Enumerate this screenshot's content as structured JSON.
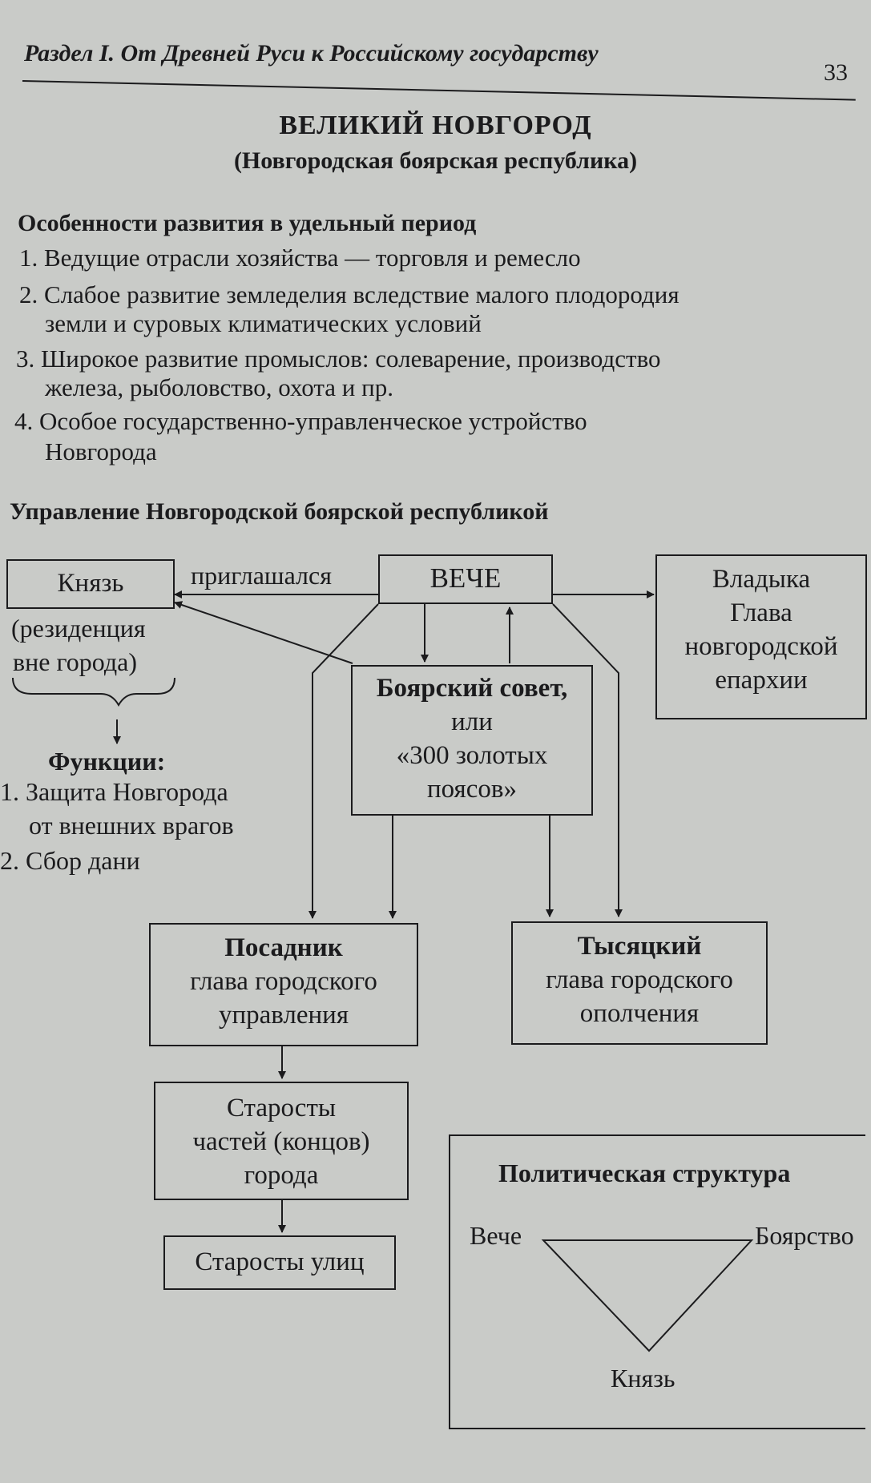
{
  "header": {
    "running_head": "Раздел I. От Древней Руси к Российскому государству",
    "page_number": "33"
  },
  "title": "ВЕЛИКИЙ НОВГОРОД",
  "subtitle": "(Новгородская боярская республика)",
  "features": {
    "heading": "Особенности развития в удельный период",
    "lines": [
      "1. Ведущие отрасли хозяйства — торговля и ремесло",
      "2. Слабое развитие земледелия вследствие малого плодородия",
      "земли и суровых климатических условий",
      "3. Широкое развитие промыслов: солеварение, производство",
      "железа, рыболовство, охота и пр.",
      "4. Особое государственно-управленческое устройство",
      "Новгорода"
    ]
  },
  "diagram": {
    "heading": "Управление Новгородской боярской республикой",
    "knyaz": "Князь",
    "invited": "приглашался",
    "veche": "ВЕЧЕ",
    "vladyka": {
      "title": "Владыка",
      "l1": "Глава",
      "l2": "новгородской",
      "l3": "епархии"
    },
    "residence": {
      "l1": "(резиденция",
      "l2": "вне города)"
    },
    "functions": {
      "heading": "Функции:",
      "i1a": "1. Защита Новгорода",
      "i1b": "от внешних врагов",
      "i2": "2. Сбор дани"
    },
    "council": {
      "title": "Боярский совет,",
      "l1": "или",
      "l2": "«300 золотых",
      "l3": "поясов»"
    },
    "posadnik": {
      "title": "Посадник",
      "l1": "глава городского",
      "l2": "управления"
    },
    "tysyatsky": {
      "title": "Тысяцкий",
      "l1": "глава городского",
      "l2": "ополчения"
    },
    "starosty_chastey": {
      "l1": "Старосты",
      "l2": "частей (концов)",
      "l3": "города"
    },
    "starosty_ulits": "Старосты улиц"
  },
  "political_structure": {
    "heading": "Политическая структура",
    "veche": "Вече",
    "boyarstvo": "Боярство",
    "knyaz": "Князь"
  }
}
